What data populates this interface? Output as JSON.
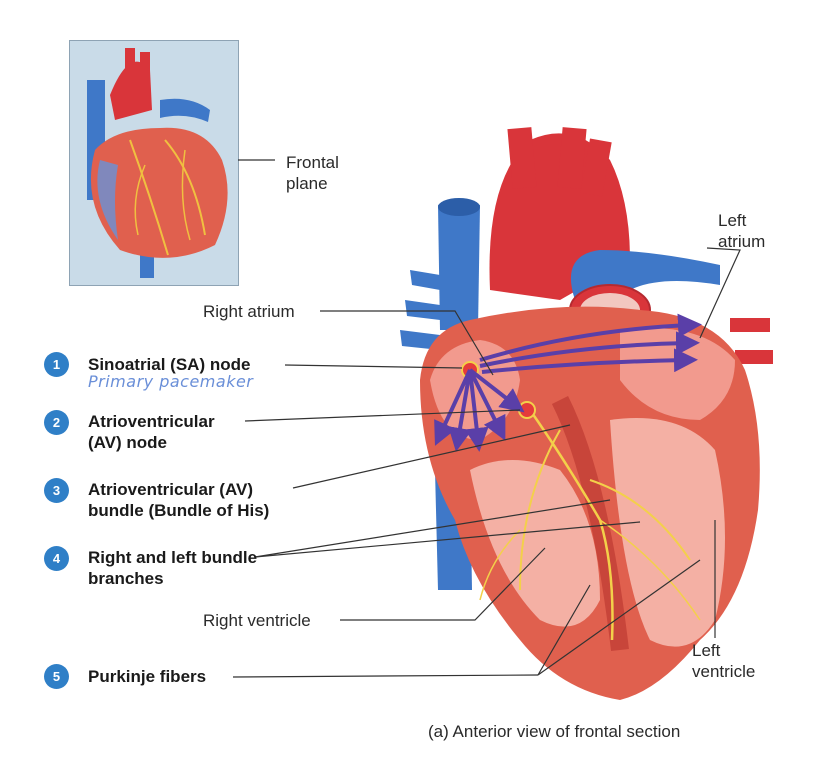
{
  "inset": {
    "frontal_plane_label": "Frontal plane"
  },
  "labels": {
    "right_atrium": "Right atrium",
    "left_atrium": "Left atrium",
    "right_ventricle": "Right ventricle",
    "left_ventricle": "Left ventricle"
  },
  "key": [
    {
      "number": "1",
      "text": "Sinoatrial (SA) node"
    },
    {
      "number": "2",
      "text": "Atrioventricular (AV) node"
    },
    {
      "number": "3",
      "text": "Atrioventricular (AV) bundle (Bundle of His)"
    },
    {
      "number": "4",
      "text": "Right and left bundle branches"
    },
    {
      "number": "5",
      "text": "Purkinje fibers"
    }
  ],
  "handwritten_note": "Primary pacemaker",
  "caption": "(a) Anterior view of frontal section",
  "colors": {
    "number_badge": "#2f7fc7",
    "vein_blue": "#3f78c8",
    "artery_red": "#d9353a",
    "heart_red": "#e0604e",
    "signal_purple": "#5a3fa8"
  }
}
